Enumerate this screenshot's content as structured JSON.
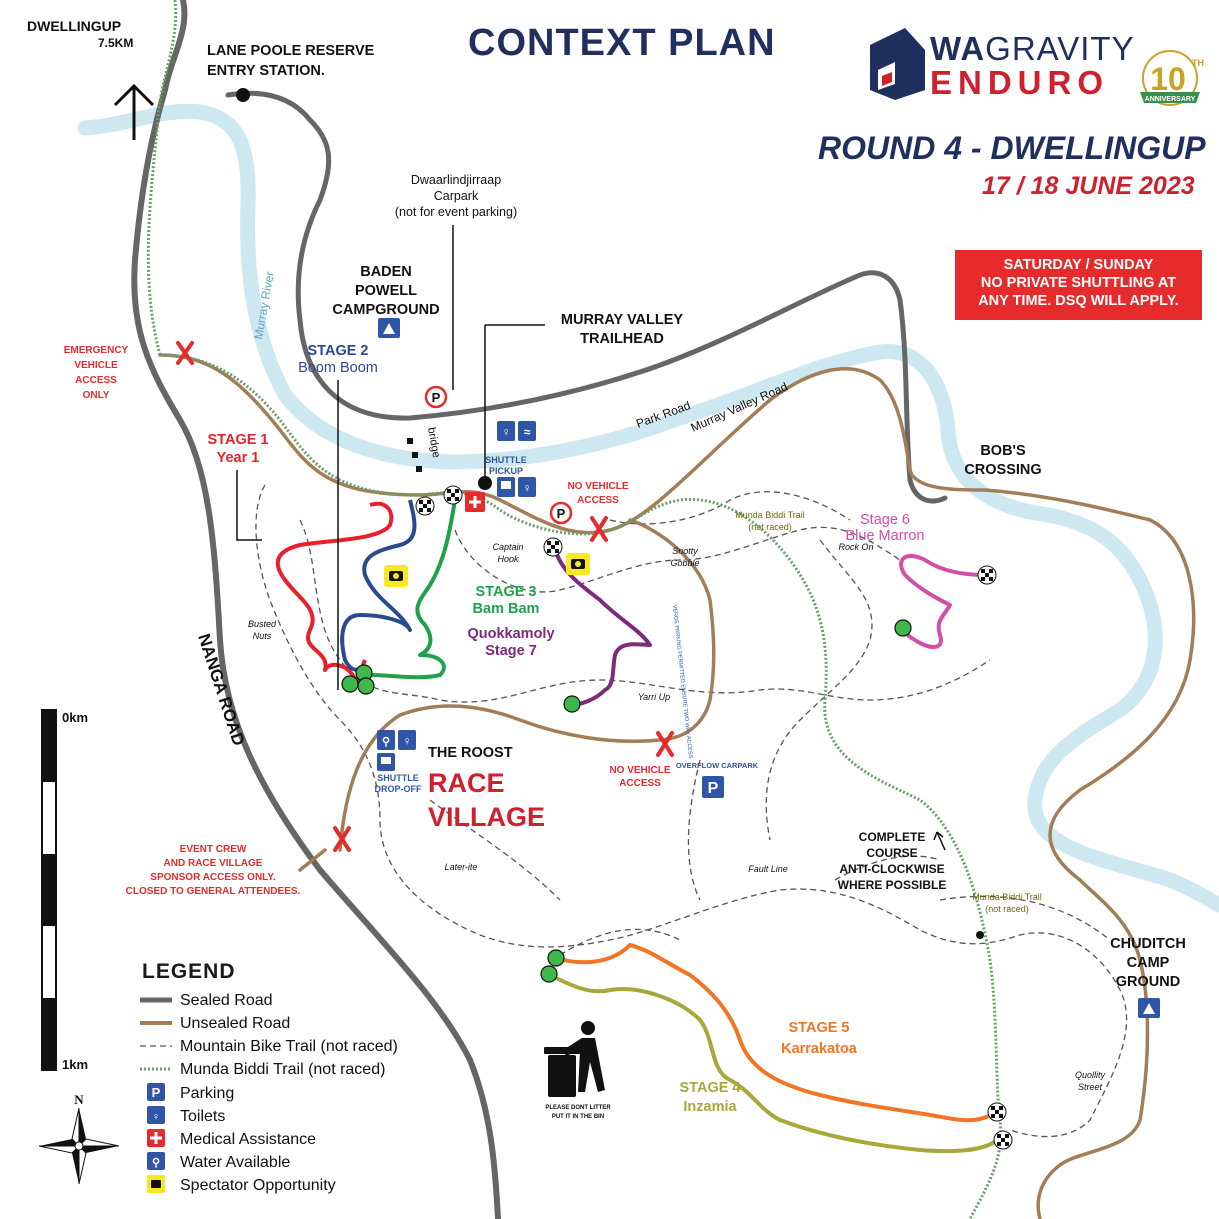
{
  "title": "CONTEXT PLAN",
  "logo": {
    "brand_a": "WA",
    "brand_b": "GRAVITY",
    "brand_c": "ENDURO",
    "badge": "10",
    "badge_sup": "TH",
    "badge_ribbon": "ANNIVERSARY"
  },
  "event": {
    "round": "ROUND 4 - DWELLINGUP",
    "dates": "17 / 18 JUNE 2023"
  },
  "warning": {
    "line1": "SATURDAY / SUNDAY",
    "line2": "NO PRIVATE SHUTTLING AT",
    "line3": "ANY TIME.  DSQ WILL APPLY."
  },
  "labels": {
    "dwellingup": "DWELLINGUP",
    "dwellingup_dist": "7.5KM",
    "entry1": "LANE POOLE RESERVE",
    "entry2": "ENTRY STATION.",
    "carpark1": "Dwaarlindjirraap",
    "carpark2": "Carpark",
    "carpark3": "(not for event parking)",
    "baden1": "BADEN",
    "baden2": "POWELL",
    "baden3": "CAMPGROUND",
    "murray_tr1": "MURRAY VALLEY",
    "murray_tr2": "TRAILHEAD",
    "murray_river": "Murray River",
    "park_road": "Park Road",
    "murray_valley_road": "Murray Valley Road",
    "emergency1": "EMERGENCY",
    "emergency2": "VEHICLE",
    "emergency3": "ACCESS",
    "emergency4": "ONLY",
    "bridge": "bridge",
    "shuttle_pickup1": "SHUTTLE",
    "shuttle_pickup2": "PICKUP",
    "no_vehicle1": "NO VEHICLE",
    "no_vehicle2": "ACCESS",
    "bobs1": "BOB'S",
    "bobs2": "CROSSING",
    "munda_top1": "Munda Biddi Trail",
    "munda_top2": "(not raced)",
    "snotty1": "Snotty",
    "snotty2": "Gobble",
    "captain1": "Captain",
    "captain2": "Hook",
    "rock_on": "Rock On",
    "busted1": "Busted",
    "busted2": "Nuts",
    "nanga": "NANGA ROAD",
    "verge": "VERGE PARKING PERMITTED ENSURE TWO WAY ACCESS",
    "yarri": "Yarri Up",
    "no_vehicle3": "NO VEHICLE",
    "no_vehicle4": "ACCESS",
    "overflow": "OVERFLOW CARPARK",
    "roost": "THE ROOST",
    "race": "RACE",
    "village": "VILLAGE",
    "shuttle_drop1": "SHUTTLE",
    "shuttle_drop2": "DROP-OFF",
    "event_crew1": "EVENT CREW",
    "event_crew2": "AND RACE VILLAGE",
    "event_crew3": "SPONSOR ACCESS ONLY.",
    "event_crew4": "CLOSED TO GENERAL ATTENDEES.",
    "laterite": "Later-ite",
    "fault_line": "Fault Line",
    "complete1": "COMPLETE",
    "complete2": "COURSE",
    "complete3": "ANTI-CLOCKWISE",
    "complete4": "WHERE POSSIBLE",
    "munda_bot1": "Munda Biddi Trail",
    "munda_bot2": "(not raced)",
    "chuditch1": "CHUDITCH",
    "chuditch2": "CAMP",
    "chuditch3": "GROUND",
    "quollity1": "Quollity",
    "quollity2": "Street",
    "scale_0": "0km",
    "scale_1": "1km",
    "north": "N",
    "litter1": "PLEASE DONT LITTER",
    "litter2": "PUT IT IN THE BIN"
  },
  "stages": {
    "s1a": "STAGE 1",
    "s1b": "Year 1",
    "s2a": "STAGE 2",
    "s2b": "Boom Boom",
    "s3a": "STAGE 3",
    "s3b": "Bam Bam",
    "s7a": "Quokkamoly",
    "s7b": "Stage 7",
    "s6a": "Stage 6",
    "s6b": "Blue Marron",
    "s5a": "STAGE 5",
    "s5b": "Karrakatoa",
    "s4a": "STAGE 4",
    "s4b": "Inzamia"
  },
  "legend": {
    "title": "LEGEND",
    "items": [
      "Sealed Road",
      "Unsealed Road",
      "Mountain Bike Trail (not raced)",
      "Munda Biddi Trail (not raced)",
      "Parking",
      "Toilets",
      "Medical Assistance",
      "Water Available",
      "Spectator Opportunity"
    ]
  },
  "colors": {
    "navy": "#1f2f5e",
    "red": "#d0202e",
    "sealed": "#666666",
    "unsealed": "#a27d55",
    "river": "#cde8f1",
    "munda": "#6a9f6a",
    "stage1": "#e8202b",
    "stage2": "#2a4a8e",
    "stage3": "#1fa24a",
    "stage7": "#7d2a7d",
    "stage6": "#d34ea6",
    "stage5": "#f07524",
    "stage4": "#a8a83a",
    "parking": "#2f56a6",
    "medical": "#e52b2b",
    "spectator": "#f7e823"
  }
}
